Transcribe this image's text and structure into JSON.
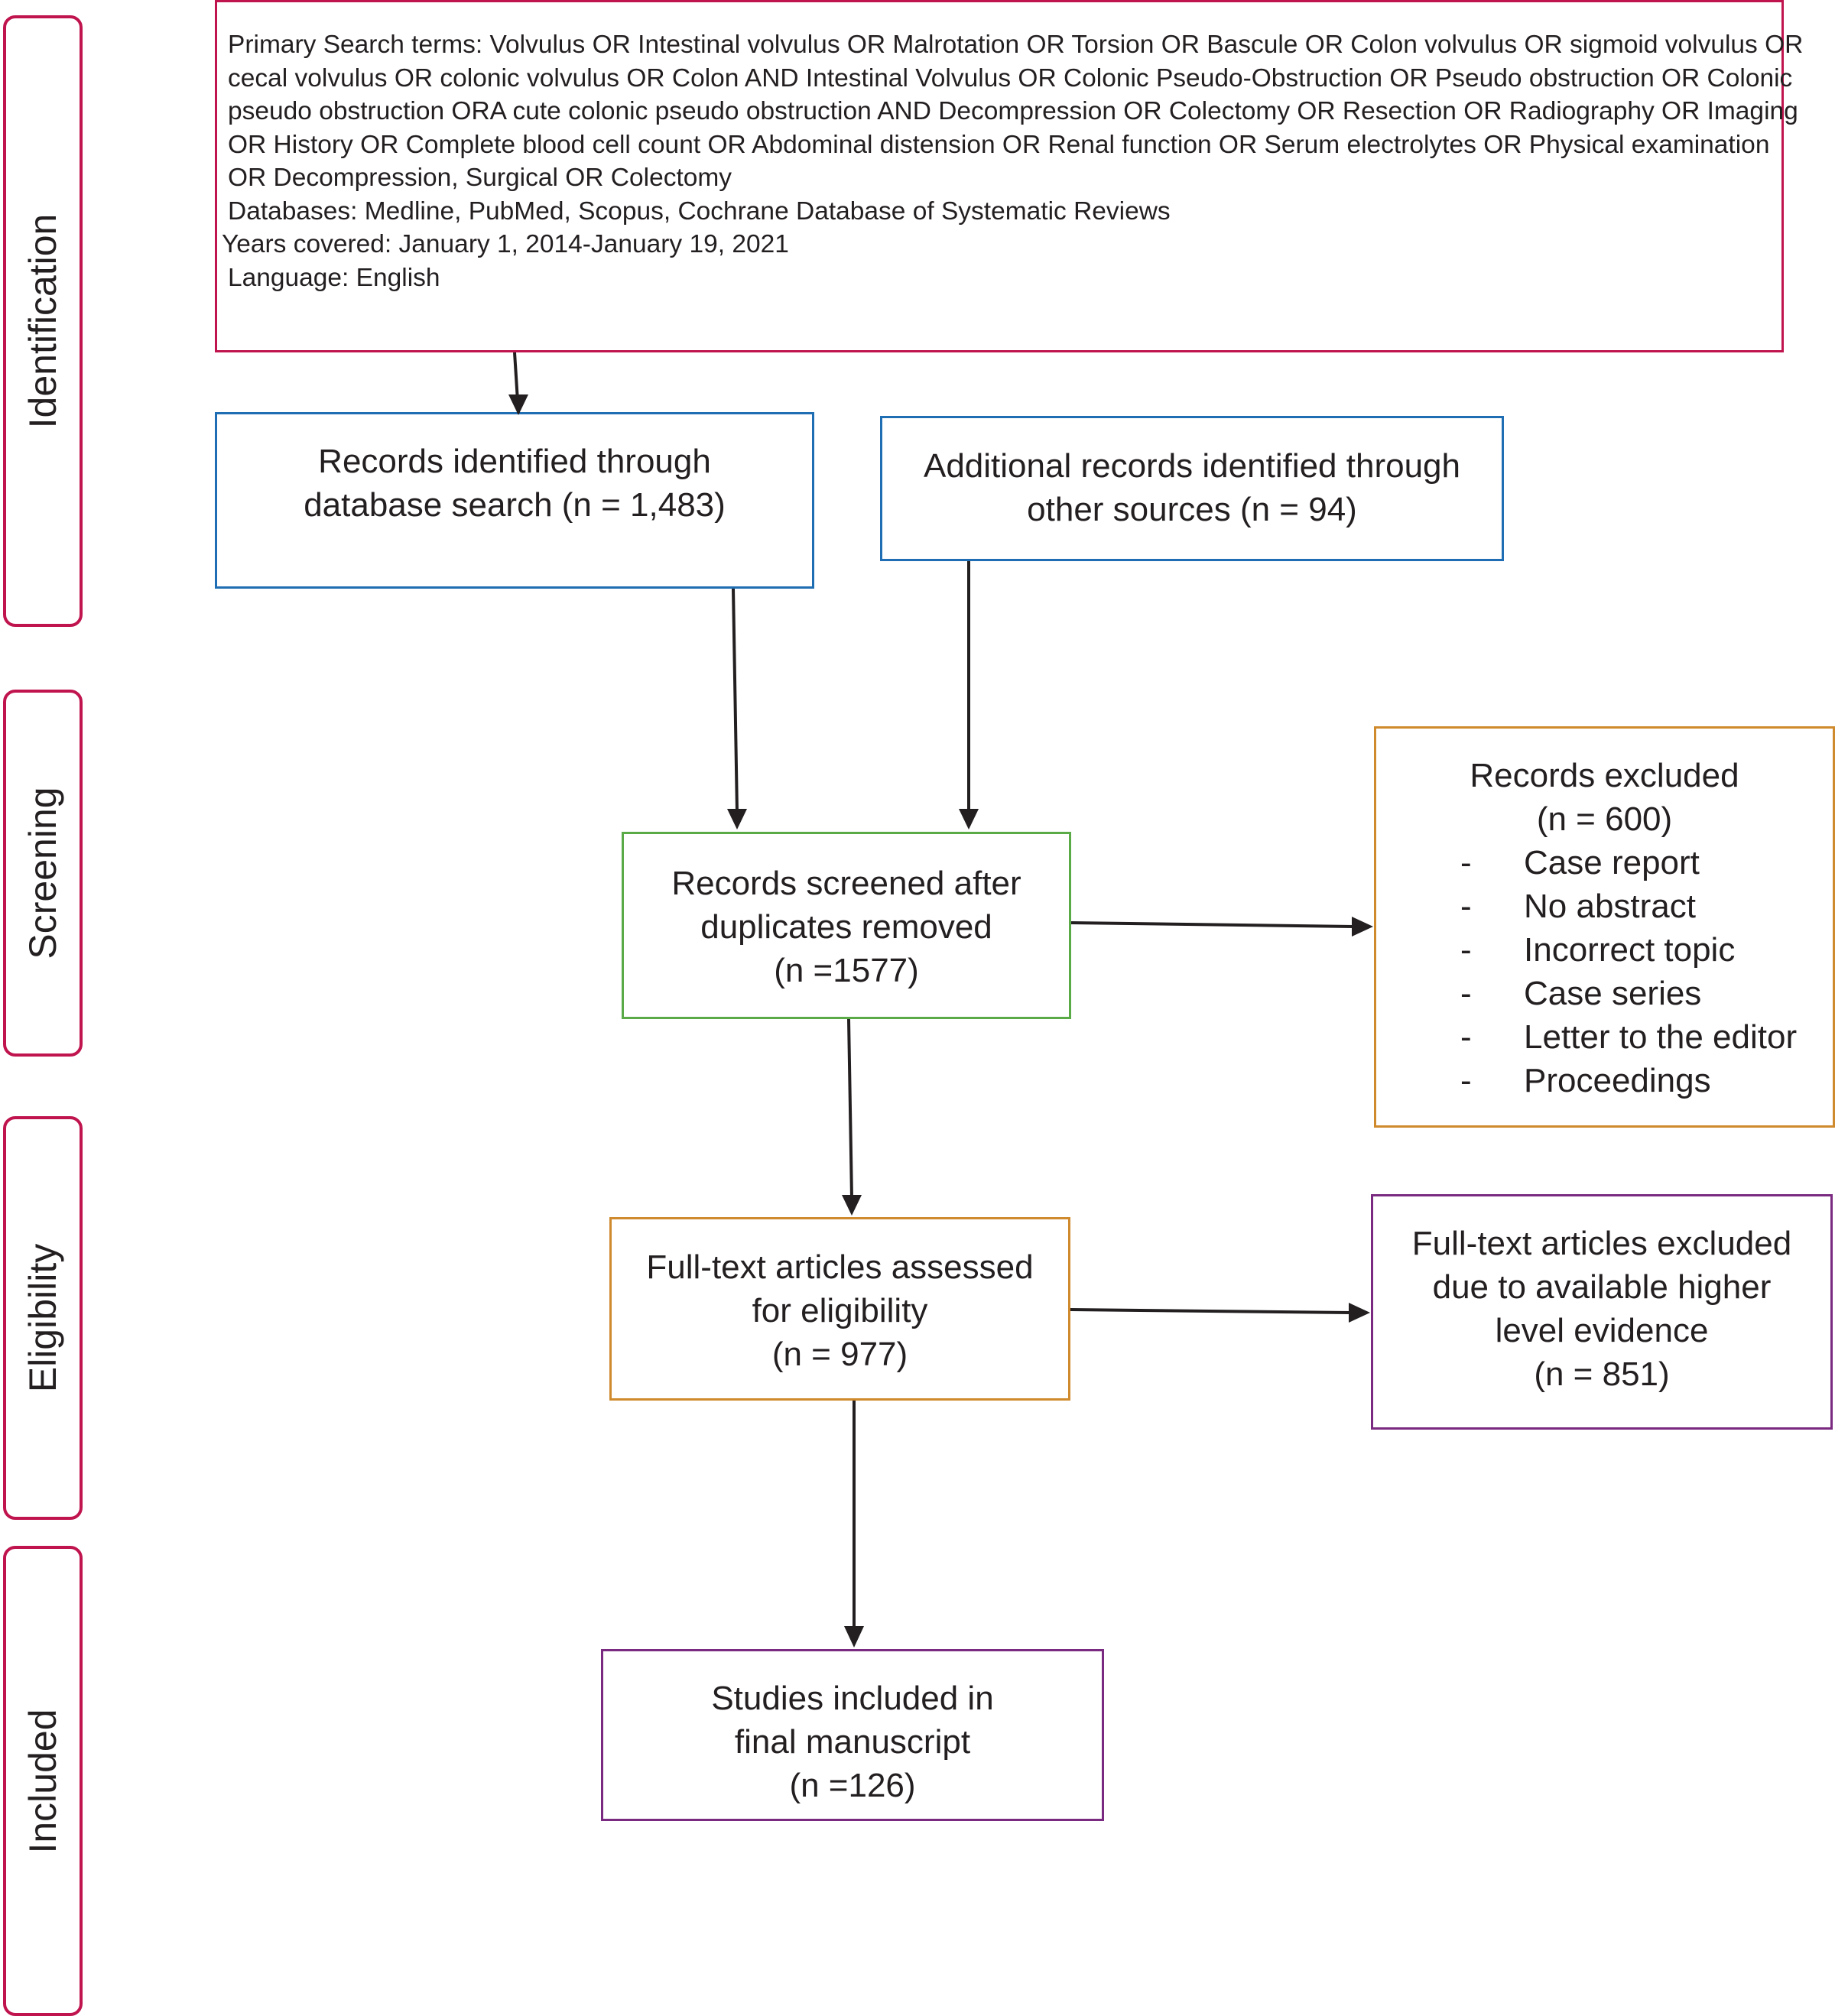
{
  "stages": {
    "identification": "Identification",
    "screening": "Screening",
    "eligibility": "Eligibility",
    "included": "Included"
  },
  "search_box": {
    "lines": [
      "Primary Search terms: Volvulus OR Intestinal volvulus OR Malrotation OR Torsion OR Bascule OR Colon volvulus OR sigmoid volvulus OR",
      "cecal volvulus OR colonic volvulus OR Colon AND Intestinal Volvulus OR Colonic Pseudo-Obstruction OR Pseudo obstruction OR Colonic",
      "pseudo obstruction ORA cute colonic pseudo obstruction AND Decompression OR Colectomy OR Resection OR Radiography OR Imaging",
      "OR History OR Complete blood cell count OR Abdominal distension OR Renal function OR Serum electrolytes OR Physical examination",
      "OR Decompression, Surgical OR Colectomy",
      "Databases: Medline, PubMed, Scopus, Cochrane Database of Systematic Reviews",
      "Years covered: January 1, 2014-January 19, 2021",
      "Language: English"
    ]
  },
  "database_records": {
    "line1": "Records identified through",
    "line2": "database search (n = 1,483)"
  },
  "other_records": {
    "line1": "Additional records identified through",
    "line2": "other sources (n = 94)"
  },
  "screened": {
    "line1": "Records screened after",
    "line2": "duplicates removed",
    "line3": "(n =1577)"
  },
  "records_excluded": {
    "title": "Records excluded",
    "count": "(n = 600)",
    "bullet": "-",
    "reasons": [
      "Case report",
      "No abstract",
      "Incorrect topic",
      "Case series",
      "Letter to the editor",
      "Proceedings"
    ]
  },
  "fulltext_assessed": {
    "line1": "Full-text articles assessed",
    "line2": "for eligibility",
    "line3": "(n = 977)"
  },
  "fulltext_excluded": {
    "line1": "Full-text articles excluded",
    "line2": "due to available higher",
    "line3": "level evidence",
    "line4": "(n = 851)"
  },
  "included": {
    "line1": "Studies included in",
    "line2": "final manuscript",
    "line3": "(n =126)"
  },
  "colors": {
    "stage_border": "#c0144e",
    "search_border": "#c0144e",
    "identified_border": "#1f6db3",
    "screened_border": "#5aab48",
    "excluded_border": "#d08a2e",
    "assessed_border": "#d08a2e",
    "fulltext_excluded_border": "#7a2a80",
    "included_border": "#7a2a80",
    "arrow": "#231f20"
  }
}
